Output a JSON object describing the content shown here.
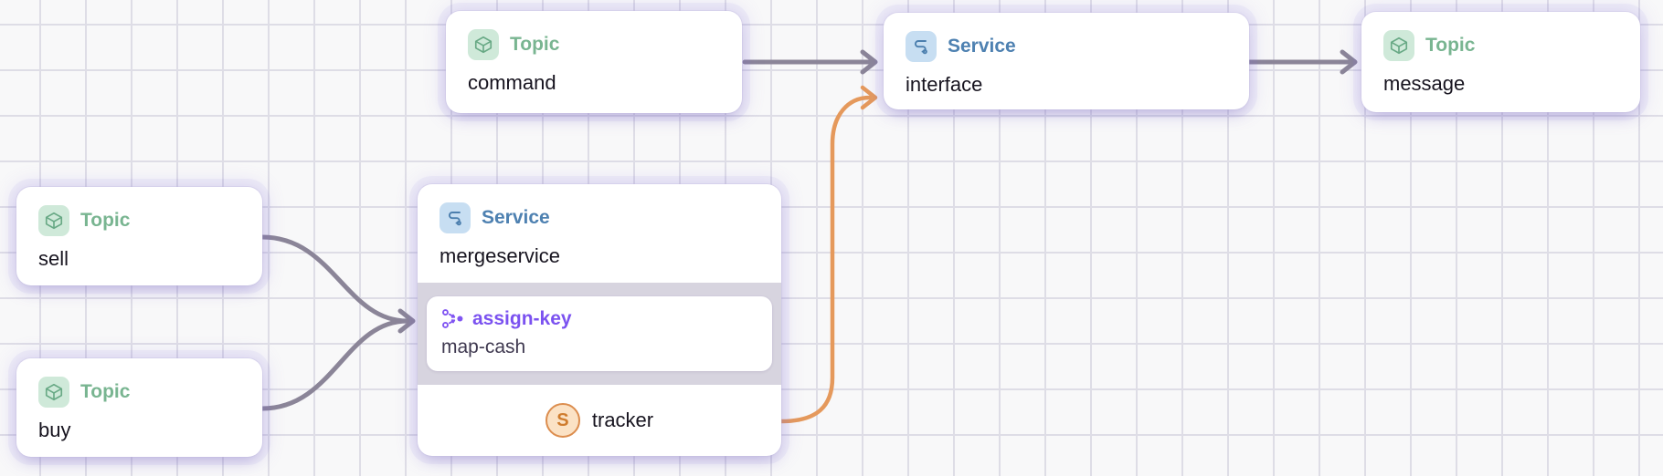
{
  "diagram": {
    "nodes": {
      "command": {
        "type_label": "Topic",
        "name": "command"
      },
      "interface": {
        "type_label": "Service",
        "name": "interface"
      },
      "message": {
        "type_label": "Topic",
        "name": "message"
      },
      "sell": {
        "type_label": "Topic",
        "name": "sell"
      },
      "buy": {
        "type_label": "Topic",
        "name": "buy"
      },
      "mergeservice": {
        "type_label": "Service",
        "name": "mergeservice",
        "function": {
          "type_label": "assign-key",
          "name": "map-cash"
        },
        "consumer": {
          "badge_letter": "S",
          "name": "tracker"
        }
      }
    },
    "edges": [
      {
        "from": "command",
        "to": "interface",
        "color": "#8b8598"
      },
      {
        "from": "interface",
        "to": "message",
        "color": "#8b8598"
      },
      {
        "from": "sell",
        "to": "mergeservice/map-cash",
        "color": "#8b8598"
      },
      {
        "from": "buy",
        "to": "mergeservice/map-cash",
        "color": "#8b8598"
      },
      {
        "from": "mergeservice/tracker",
        "to": "interface",
        "color": "#e5995c"
      }
    ],
    "colors": {
      "topic_green": "#79b591",
      "topic_icon_bg": "#cfe9d9",
      "service_blue": "#4e81b1",
      "service_icon_bg": "#c7def2",
      "function_purple": "#7b52f0",
      "edge_gray": "#8b8598",
      "edge_orange": "#e5995c",
      "badge_bg": "#fbe2c5",
      "badge_border": "#dc8d4e",
      "grid_line": "#dedde6",
      "canvas_bg": "#f8f8f9"
    }
  }
}
